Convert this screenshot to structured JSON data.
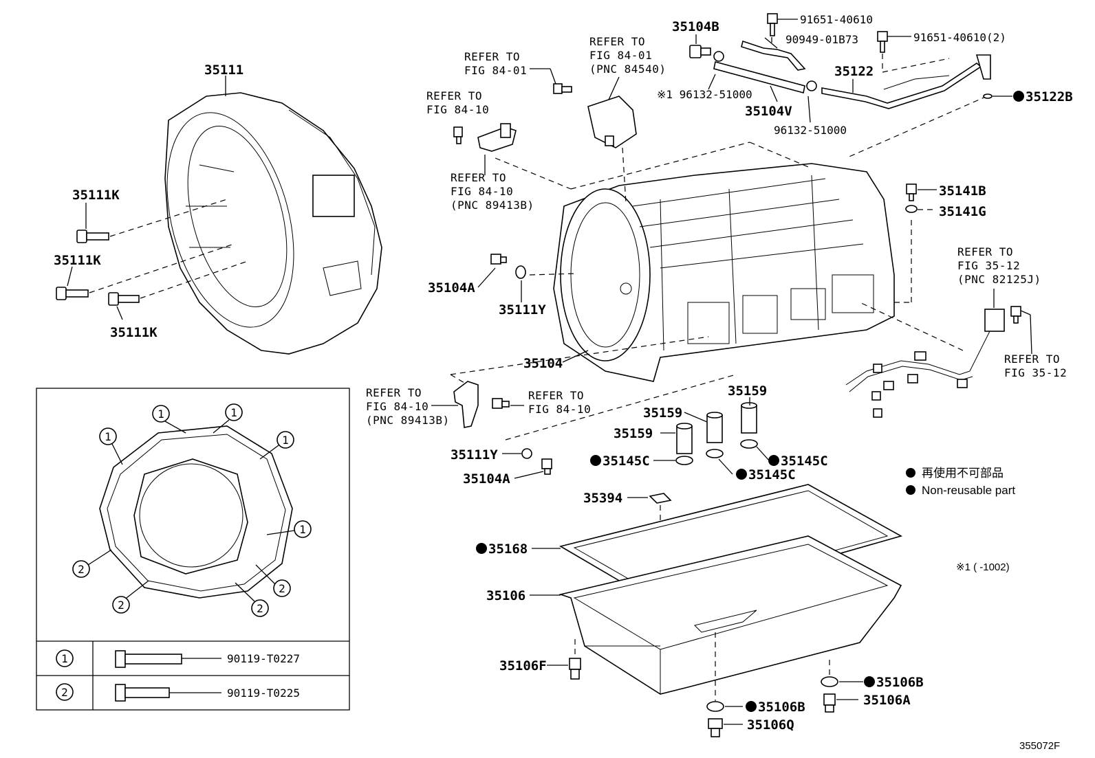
{
  "labels": {
    "bell_housing": "35111",
    "bolt_k1": "35111K",
    "bolt_k2": "35111K",
    "bolt_k3": "35111K",
    "case_plug_35104b": "35104B",
    "bolt_91651_a": "91651-40610",
    "clamp_90949": "90949-01B73",
    "bolt_91651_b": "91651-40610(2)",
    "hose_96132_note": "※1 96132-51000",
    "breather_hose": "35104V",
    "hose_96132": "96132-51000",
    "breather_tube": "35122",
    "gasket_35122b": "35122B",
    "plug_35141b": "35141B",
    "gasket_35141g": "35141G",
    "plug_35104a_top": "35104A",
    "oring_35111y_top": "35111Y",
    "case": "35104",
    "oring_35111y_bottom": "35111Y",
    "plug_35104a_bottom": "35104A",
    "sleeve_1": "35159",
    "sleeve_2": "35159",
    "sleeve_3": "35159",
    "gasket_35145c_1": "35145C",
    "gasket_35145c_2": "35145C",
    "gasket_35145c_3": "35145C",
    "magnet": "35394",
    "pan_gasket": "35168",
    "oil_pan": "35106",
    "drain_plug_f": "35106F",
    "gasket_35106b_1": "35106B",
    "gasket_35106b_2": "35106B",
    "plug_35106a": "35106A",
    "plug_35106q": "35106Q"
  },
  "refers": {
    "r1": [
      "REFER TO",
      "FIG 84-01"
    ],
    "r2": [
      "REFER TO",
      "FIG 84-01",
      "(PNC 84540)"
    ],
    "r3": [
      "REFER TO",
      "FIG 84-10"
    ],
    "r4": [
      "REFER TO",
      "FIG 84-10",
      "(PNC 89413B)"
    ],
    "r5": [
      "REFER TO",
      "FIG 35-12",
      "(PNC 82125J)"
    ],
    "r6": [
      "REFER TO",
      "FIG 35-12"
    ],
    "r7": [
      "REFER TO",
      "FIG 84-10",
      "(PNC 89413B)"
    ],
    "r8": [
      "REFER TO",
      "FIG 84-10"
    ]
  },
  "legend": {
    "jp": "再使用不可部品",
    "en": "Non-reusable part",
    "note": "※1 (       -1002)"
  },
  "bolt_table": {
    "rows": [
      {
        "marker": "1",
        "part": "90119-T0227"
      },
      {
        "marker": "2",
        "part": "90119-T0225"
      }
    ]
  },
  "gasket_markers": [
    "1",
    "1",
    "1",
    "1",
    "1",
    "2",
    "2",
    "2",
    "2"
  ],
  "illustration_id": "355072F"
}
